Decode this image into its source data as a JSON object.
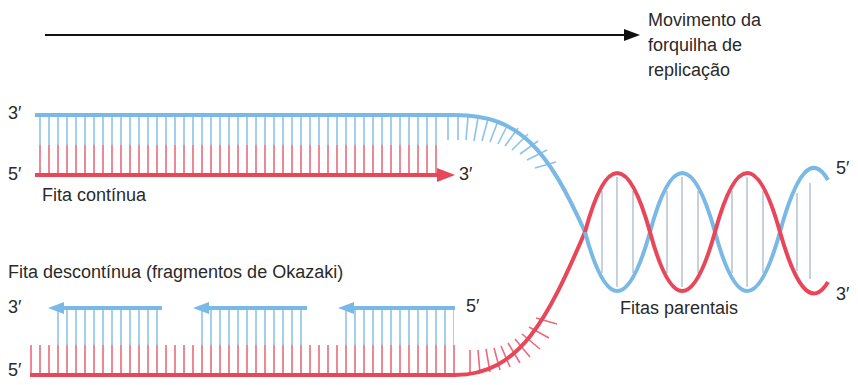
{
  "diagram": {
    "labels": [
      "Movimento da forquilha de replicação",
      "3′",
      "5′",
      "3′",
      "5′",
      "Fita contínua",
      "3′",
      "Fita descontínua (fragmentos de Okazaki)",
      "5′",
      "3′",
      "Fitas parentais",
      "5′"
    ]
  }
}
